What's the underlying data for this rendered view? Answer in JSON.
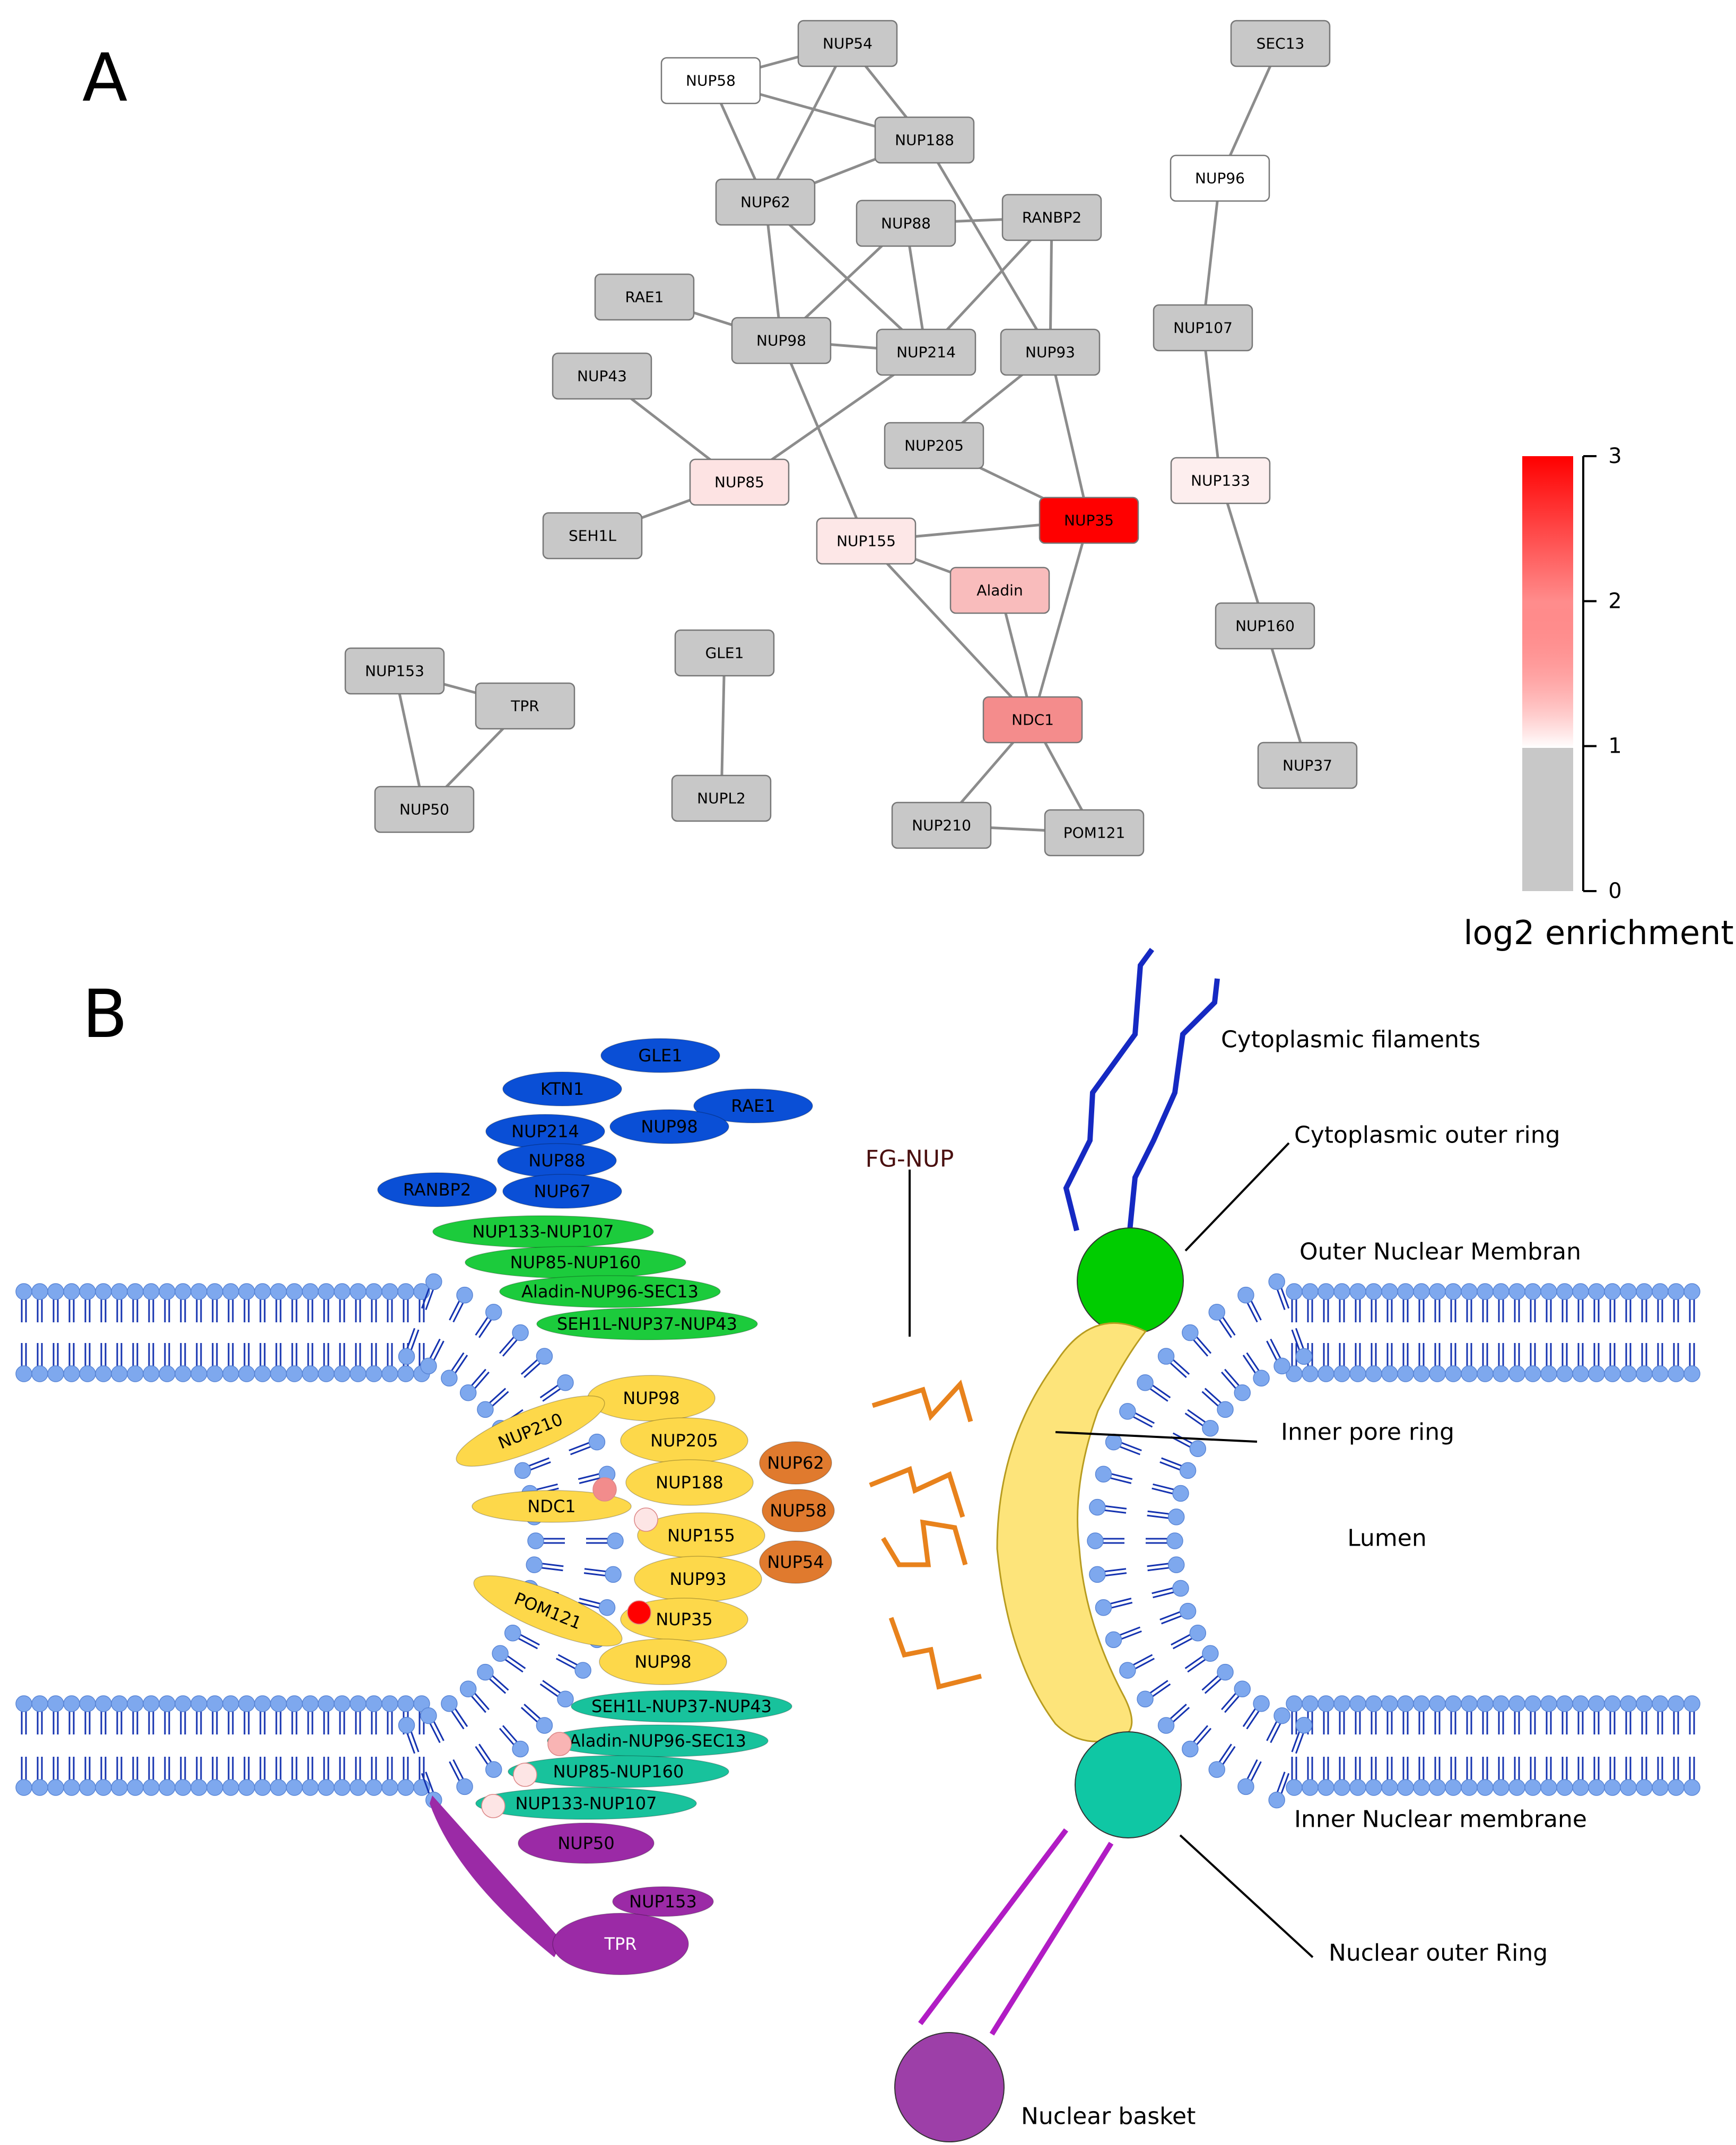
{
  "panel_a": {
    "label": "A",
    "nodes": [
      {
        "id": "NUP54",
        "fill": "#c8c8c8"
      },
      {
        "id": "NUP58",
        "fill": "#ffffff"
      },
      {
        "id": "NUP188",
        "fill": "#c8c8c8"
      },
      {
        "id": "NUP62",
        "fill": "#c8c8c8"
      },
      {
        "id": "NUP88",
        "fill": "#c8c8c8"
      },
      {
        "id": "RANBP2",
        "fill": "#c8c8c8"
      },
      {
        "id": "RAE1",
        "fill": "#c8c8c8"
      },
      {
        "id": "NUP98",
        "fill": "#c8c8c8"
      },
      {
        "id": "NUP214",
        "fill": "#c8c8c8"
      },
      {
        "id": "NUP93",
        "fill": "#c8c8c8"
      },
      {
        "id": "NUP43",
        "fill": "#c8c8c8"
      },
      {
        "id": "NUP205",
        "fill": "#c8c8c8"
      },
      {
        "id": "NUP85",
        "fill": "#fde3e3"
      },
      {
        "id": "SEH1L",
        "fill": "#c8c8c8"
      },
      {
        "id": "NUP155",
        "fill": "#fde7e7"
      },
      {
        "id": "NUP35",
        "fill": "#ff0000"
      },
      {
        "id": "Aladin",
        "fill": "#f9bcbc"
      },
      {
        "id": "NDC1",
        "fill": "#f48c8c"
      },
      {
        "id": "NUP210",
        "fill": "#c8c8c8"
      },
      {
        "id": "POM121",
        "fill": "#c8c8c8"
      },
      {
        "id": "GLE1",
        "fill": "#c8c8c8"
      },
      {
        "id": "NUPL2",
        "fill": "#c8c8c8"
      },
      {
        "id": "NUP153",
        "fill": "#c8c8c8"
      },
      {
        "id": "TPR",
        "fill": "#c8c8c8"
      },
      {
        "id": "NUP50",
        "fill": "#c8c8c8"
      },
      {
        "id": "SEC13",
        "fill": "#c8c8c8"
      },
      {
        "id": "NUP96",
        "fill": "#ffffff"
      },
      {
        "id": "NUP107",
        "fill": "#c8c8c8"
      },
      {
        "id": "NUP133",
        "fill": "#fdeeee"
      },
      {
        "id": "NUP160",
        "fill": "#c8c8c8"
      },
      {
        "id": "NUP37",
        "fill": "#c8c8c8"
      }
    ],
    "edges": [
      [
        "NUP58",
        "NUP54"
      ],
      [
        "NUP58",
        "NUP188"
      ],
      [
        "NUP58",
        "NUP62"
      ],
      [
        "NUP54",
        "NUP62"
      ],
      [
        "NUP54",
        "NUP188"
      ],
      [
        "NUP62",
        "NUP188"
      ],
      [
        "NUP62",
        "NUP98"
      ],
      [
        "NUP62",
        "NUP214"
      ],
      [
        "NUP188",
        "NUP93"
      ],
      [
        "NUP88",
        "RANBP2"
      ],
      [
        "NUP88",
        "NUP98"
      ],
      [
        "NUP88",
        "NUP214"
      ],
      [
        "RANBP2",
        "NUP214"
      ],
      [
        "RANBP2",
        "NUP93"
      ],
      [
        "RAE1",
        "NUP98"
      ],
      [
        "NUP98",
        "NUP214"
      ],
      [
        "NUP98",
        "NUP155"
      ],
      [
        "NUP214",
        "NUP85"
      ],
      [
        "NUP93",
        "NUP205"
      ],
      [
        "NUP93",
        "NUP35"
      ],
      [
        "NUP43",
        "NUP85"
      ],
      [
        "NUP85",
        "SEH1L"
      ],
      [
        "NUP205",
        "NUP35"
      ],
      [
        "NUP155",
        "NUP35"
      ],
      [
        "NUP155",
        "Aladin"
      ],
      [
        "NUP155",
        "NDC1"
      ],
      [
        "NUP35",
        "NDC1"
      ],
      [
        "Aladin",
        "NDC1"
      ],
      [
        "NDC1",
        "NUP210"
      ],
      [
        "NDC1",
        "POM121"
      ],
      [
        "NUP210",
        "POM121"
      ],
      [
        "GLE1",
        "NUPL2"
      ],
      [
        "NUP153",
        "TPR"
      ],
      [
        "NUP153",
        "NUP50"
      ],
      [
        "TPR",
        "NUP50"
      ],
      [
        "SEC13",
        "NUP96"
      ],
      [
        "NUP96",
        "NUP107"
      ],
      [
        "NUP107",
        "NUP133"
      ],
      [
        "NUP133",
        "NUP160"
      ],
      [
        "NUP160",
        "NUP37"
      ]
    ],
    "colorbar": {
      "title": "log2 enrichment",
      "ticks": [
        "0",
        "1",
        "2",
        "3"
      ],
      "min": 0,
      "max": 3,
      "color_low": "#c8c8c8",
      "color_white": "#ffffff",
      "color_high": "#ff0000"
    }
  },
  "panel_b": {
    "label": "B",
    "cytoplasmic_proteins": [
      "GLE1",
      "KTN1",
      "RAE1",
      "NUP214",
      "NUP98",
      "NUP88",
      "RANBP2",
      "NUP67"
    ],
    "outer_ring_proteins": [
      "NUP133-NUP107",
      "NUP85-NUP160",
      "Aladin-NUP96-SEC13",
      "SEH1L-NUP37-NUP43"
    ],
    "inner_ring_proteins": [
      "NUP98",
      "NUP210",
      "NUP205",
      "NUP188",
      "NDC1",
      "NUP155",
      "NUP93",
      "POM121",
      "NUP35",
      "NUP98"
    ],
    "fg_proteins": [
      "NUP62",
      "NUP58",
      "NUP54"
    ],
    "nuclear_ring_proteins": [
      "SEH1L-NUP37-NUP43",
      "Aladin-NUP96-SEC13",
      "NUP85-NUP160",
      "NUP133-NUP107"
    ],
    "basket_proteins": [
      "NUP50",
      "NUP153",
      "TPR"
    ],
    "annotations": {
      "fg_nup": "FG-NUP",
      "cytoplasmic_filaments": "Cytoplasmic filaments",
      "cytoplasmic_outer_ring": "Cytoplasmic outer ring",
      "outer_nuclear_membrane": "Outer Nuclear Membran",
      "inner_pore_ring": "Inner pore ring",
      "lumen": "Lumen",
      "inner_nuclear_membrane": "Inner Nuclear membrane",
      "nuclear_outer_ring": "Nuclear outer Ring",
      "nuclear_basket": "Nuclear basket"
    },
    "colors": {
      "cytoplasmic": "#0a4fd6",
      "outer_ring": "#1ccb3c",
      "inner_ring": "#fdd84a",
      "fg": "#e07a2e",
      "nuclear_ring": "#18c29c",
      "basket": "#9b2aa6",
      "lipid": "#7ea8ee",
      "lipid_tail": "#1533b0",
      "filament": "#1529c2",
      "fg_zigzag": "#e8821c",
      "basket_strut": "#b11cc4"
    }
  }
}
